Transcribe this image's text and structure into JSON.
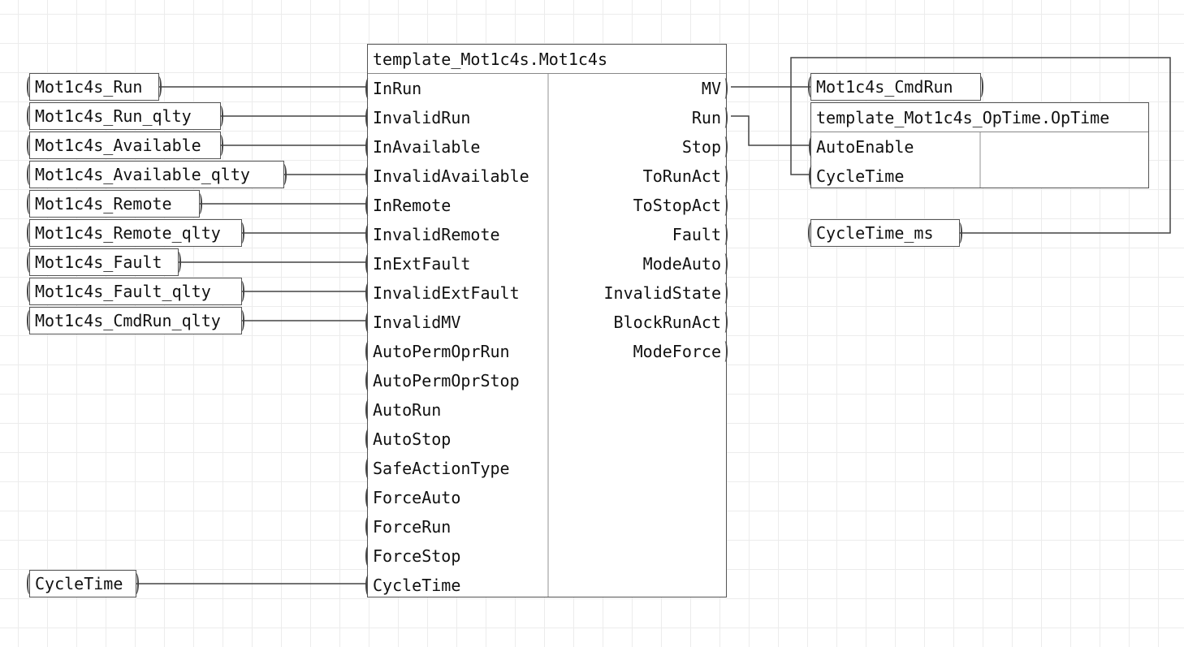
{
  "main_block": {
    "title": "template_Mot1c4s.Mot1c4s",
    "inputs": [
      "InRun",
      "InvalidRun",
      "InAvailable",
      "InvalidAvailable",
      "InRemote",
      "InvalidRemote",
      "InExtFault",
      "InvalidExtFault",
      "InvalidMV",
      "AutoPermOprRun",
      "AutoPermOprStop",
      "AutoRun",
      "AutoStop",
      "SafeActionType",
      "ForceAuto",
      "ForceRun",
      "ForceStop",
      "CycleTime"
    ],
    "outputs": [
      "MV",
      "Run",
      "Stop",
      "ToRunAct",
      "ToStopAct",
      "Fault",
      "ModeAuto",
      "InvalidState",
      "BlockRunAct",
      "ModeForce"
    ]
  },
  "optime_block": {
    "title": "template_Mot1c4s_OpTime.OpTime",
    "inputs": [
      "AutoEnable",
      "CycleTime"
    ]
  },
  "input_vars": {
    "run": "Mot1c4s_Run",
    "run_qlty": "Mot1c4s_Run_qlty",
    "available": "Mot1c4s_Available",
    "available_qlty": "Mot1c4s_Available_qlty",
    "remote": "Mot1c4s_Remote",
    "remote_qlty": "Mot1c4s_Remote_qlty",
    "fault": "Mot1c4s_Fault",
    "fault_qlty": "Mot1c4s_Fault_qlty",
    "cmdrun_qlty": "Mot1c4s_CmdRun_qlty",
    "cycletime": "CycleTime"
  },
  "output_vars": {
    "cmdrun": "Mot1c4s_CmdRun",
    "cycletime_ms": "CycleTime_ms"
  }
}
